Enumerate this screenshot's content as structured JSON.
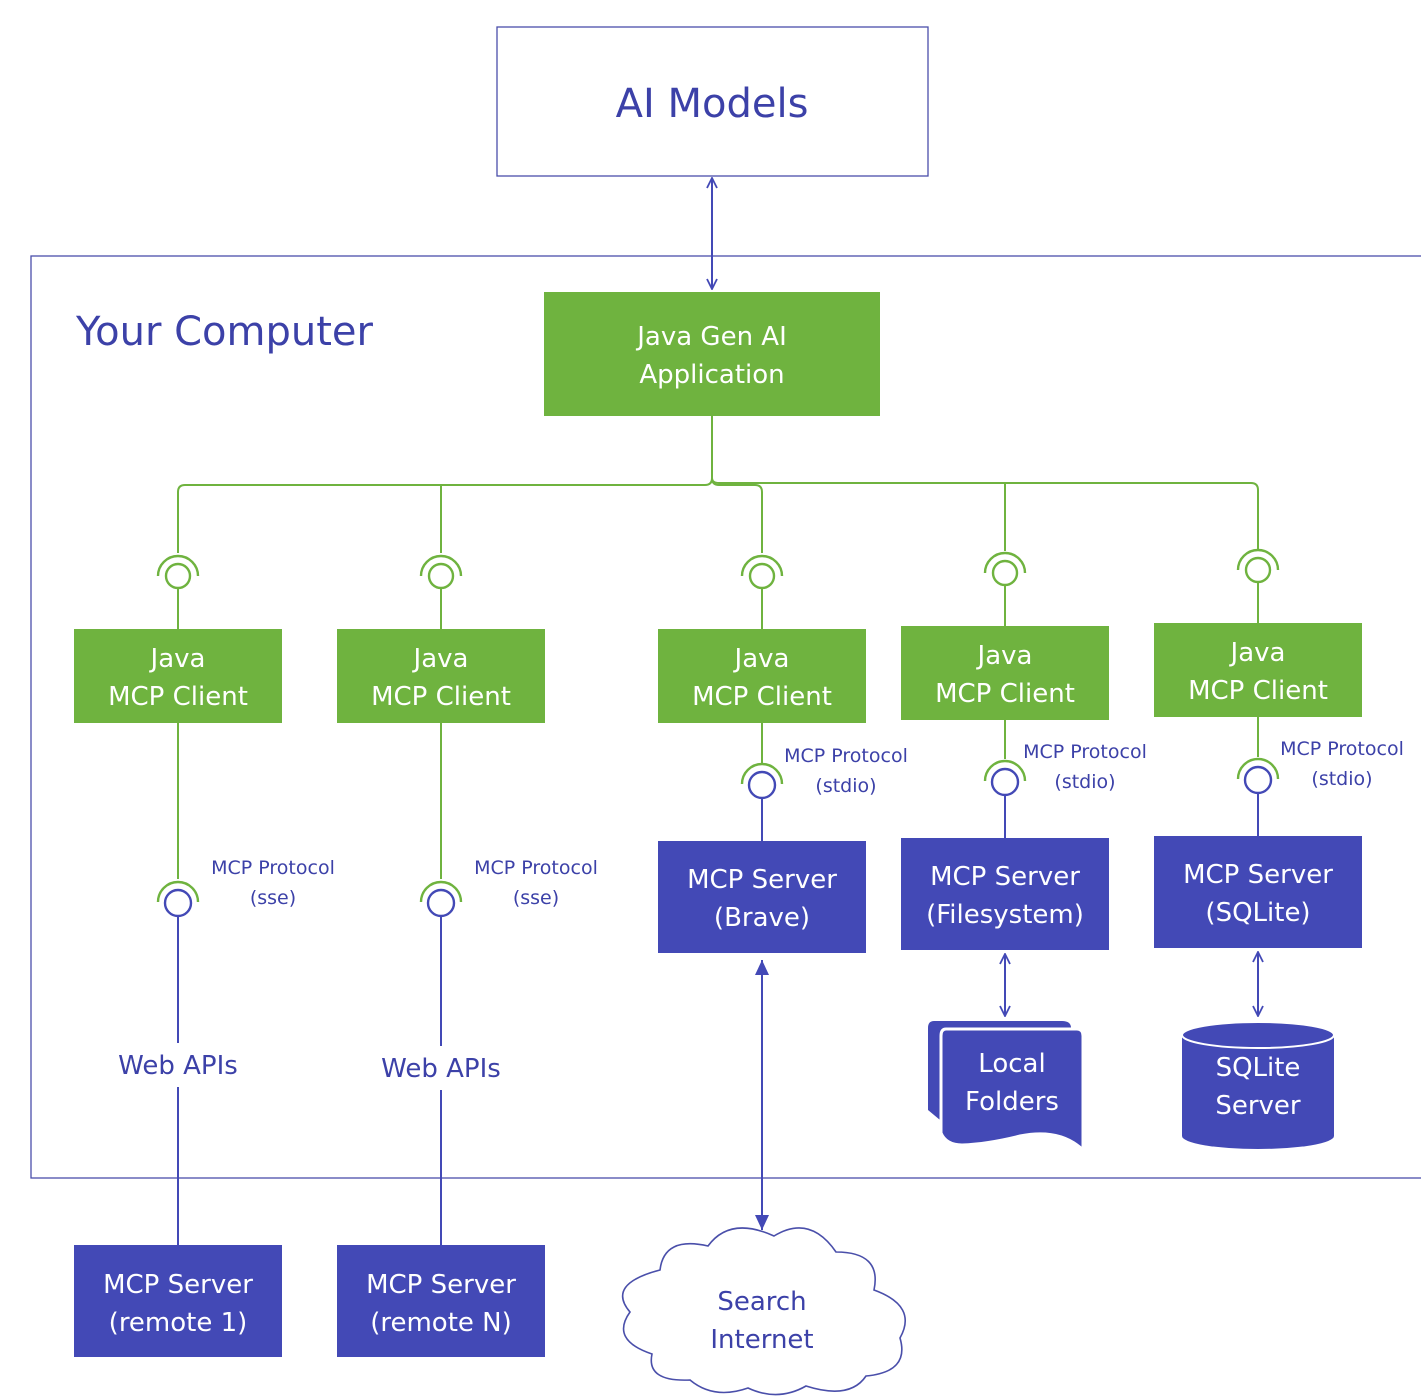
{
  "ai_models": {
    "label": "AI Models"
  },
  "your_computer": {
    "label": "Your Computer"
  },
  "app": {
    "line1": "Java Gen AI",
    "line2": "Application"
  },
  "clients": [
    {
      "line1": "Java",
      "line2": "MCP Client"
    },
    {
      "line1": "Java",
      "line2": "MCP Client"
    },
    {
      "line1": "Java",
      "line2": "MCP Client"
    },
    {
      "line1": "Java",
      "line2": "MCP Client"
    },
    {
      "line1": "Java",
      "line2": "MCP Client"
    }
  ],
  "protocols": [
    {
      "line1": "MCP Protocol",
      "line2": "(sse)"
    },
    {
      "line1": "MCP Protocol",
      "line2": "(sse)"
    },
    {
      "line1": "MCP Protocol",
      "line2": "(stdio)"
    },
    {
      "line1": "MCP Protocol",
      "line2": "(stdio)"
    },
    {
      "line1": "MCP Protocol",
      "line2": "(stdio)"
    }
  ],
  "web_apis": [
    "Web APIs",
    "Web APIs"
  ],
  "servers": [
    {
      "line1": "MCP Server",
      "line2": "(Brave)"
    },
    {
      "line1": "MCP Server",
      "line2": "(Filesystem)"
    },
    {
      "line1": "MCP Server",
      "line2": "(SQLite)"
    }
  ],
  "remote_servers": [
    {
      "line1": "MCP Server",
      "line2": "(remote 1)"
    },
    {
      "line1": "MCP Server",
      "line2": "(remote N)"
    }
  ],
  "local_folders": {
    "line1": "Local",
    "line2": "Folders"
  },
  "sqlite_db": {
    "line1": "SQLite",
    "line2": "Server"
  },
  "search_internet": {
    "line1": "Search",
    "line2": "Internet"
  },
  "colors": {
    "green": "#6fb33f",
    "blue": "#4349b6",
    "text_blue": "#3c41a8"
  }
}
